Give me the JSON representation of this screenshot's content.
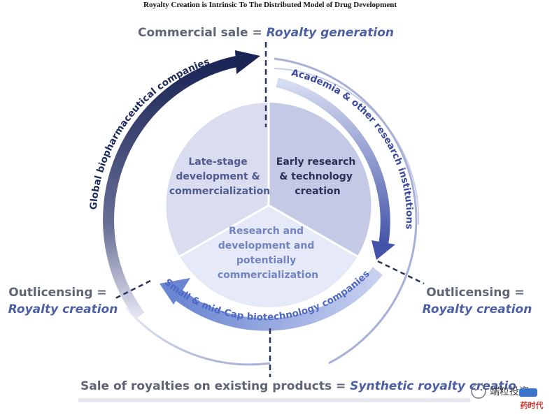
{
  "title": "Royalty Creation is Intrinsic To The Distributed Model of Drug Development",
  "top_label": {
    "plain": "Commercial sale = ",
    "accent": "Royalty generation"
  },
  "left_label": {
    "plain": "Outlicensing =",
    "accent": "Royalty creation"
  },
  "right_label": {
    "plain": "Outlicensing =",
    "accent": "Royalty creation"
  },
  "bottom_label": {
    "plain": "Sale of royalties on existing products = ",
    "accent": "Synthetic royalty creatio"
  },
  "sectors": {
    "late_stage": [
      "Late-stage",
      "development &",
      "commercialization"
    ],
    "early_research": [
      "Early research",
      "& technology",
      "creation"
    ],
    "research_dev": [
      "Research and",
      "development and",
      "potentially",
      "commercialization"
    ]
  },
  "arcs": {
    "global_pharma": "Global biopharmaceutical companies",
    "academia": "Academia & other research institutions",
    "small_biotech": "Small & mid-Cap biotechnology  companies"
  },
  "watermark": {
    "text1": "端粒投资",
    "text2": "药时代"
  },
  "colors": {
    "dark_navy": "#1f2a5c",
    "mid_blue": "#4a5bb0",
    "light_blue": "#7d93d6",
    "sector_dark": "#c4c9e6",
    "sector_mid": "#dadcf0",
    "sector_light": "#e6e9f7"
  }
}
